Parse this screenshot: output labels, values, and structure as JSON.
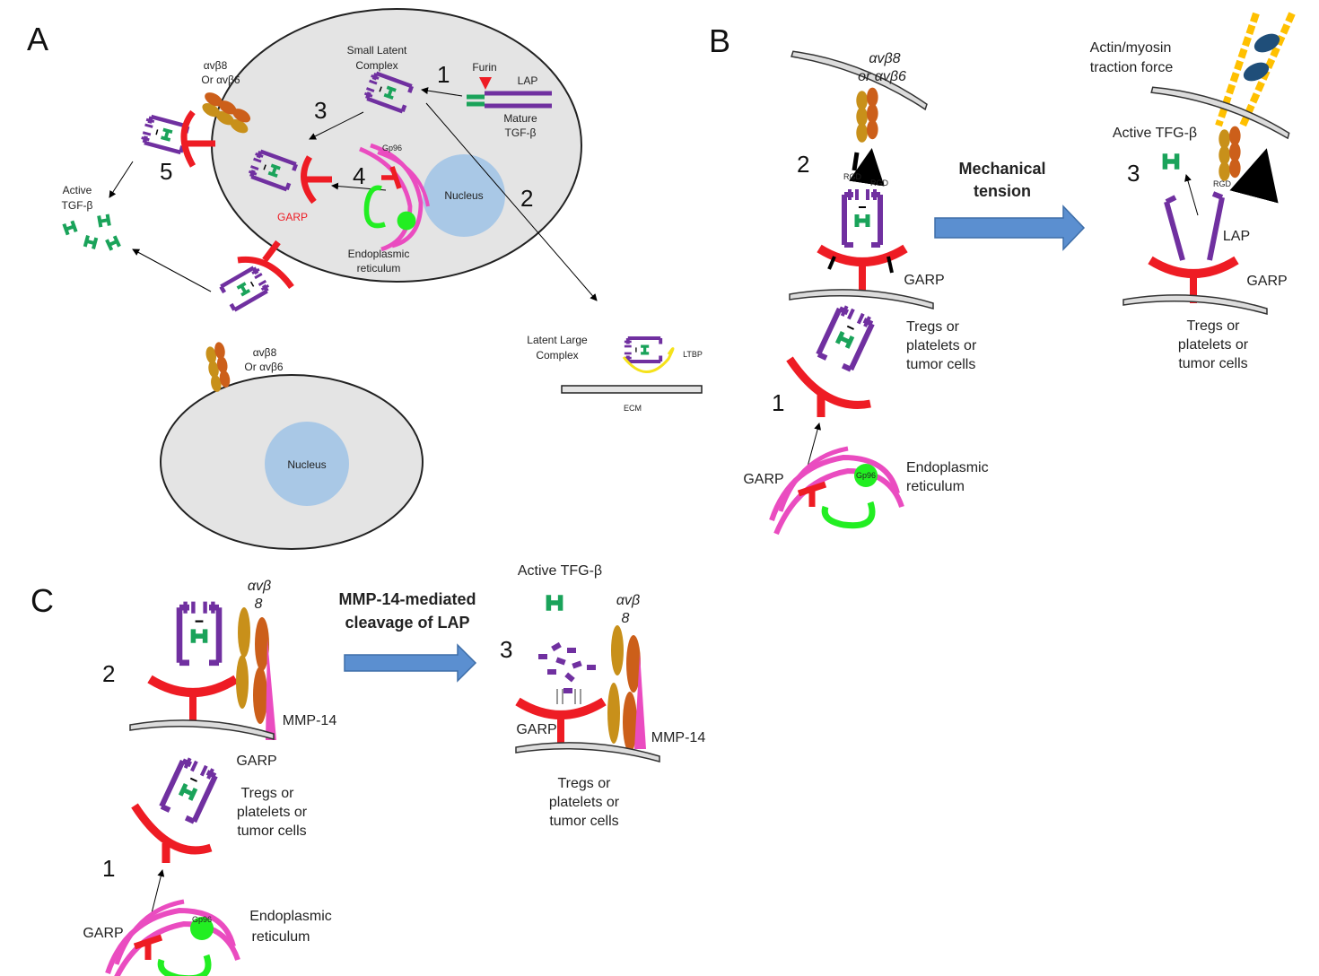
{
  "panels": {
    "a": "A",
    "b": "B",
    "c": "C"
  },
  "panel_a": {
    "small_latent_complex": [
      "Small Latent",
      "Complex"
    ],
    "furin": "Furin",
    "lap": "LAP",
    "mature_tgfb": [
      "Mature",
      "TGF-β"
    ],
    "integrin_top": [
      "αvβ8",
      "Or αvβ6"
    ],
    "integrin_bottom": [
      "αvβ8",
      "Or αvβ6"
    ],
    "active_tgfb": [
      "Active",
      "TGF-β"
    ],
    "garp": "GARP",
    "gp96": "Gp96",
    "nucleus": "Nucleus",
    "er": [
      "Endoplasmic",
      "reticulum"
    ],
    "latent_large_complex": [
      "Latent Large",
      "Complex"
    ],
    "ltbp": "LTBP",
    "ecm": "ECM",
    "steps": [
      "1",
      "2",
      "3",
      "4",
      "5"
    ]
  },
  "panel_b": {
    "integrin": [
      "αvβ8",
      "or αvβ6"
    ],
    "rgd": "RGD",
    "garp": "GARP",
    "cells": [
      "Tregs or",
      "platelets or",
      "tumor cells"
    ],
    "er": [
      "Endoplasmic",
      "reticulum"
    ],
    "gp96": "Gp96",
    "mechanical": [
      "Mechanical",
      "tension"
    ],
    "actin": [
      "Actin/myosin",
      "traction force"
    ],
    "active_tgfb": "Active TFG-β",
    "lap": "LAP",
    "steps": [
      "1",
      "2",
      "3"
    ]
  },
  "panel_c": {
    "integrin": [
      "αvβ",
      "8"
    ],
    "mmp14": "MMP-14",
    "garp": "GARP",
    "cells": [
      "Tregs or",
      "platelets or",
      "tumor cells"
    ],
    "er": [
      "Endoplasmic",
      "reticulum"
    ],
    "gp96": "Gp96",
    "cleavage": [
      "MMP-14-mediated",
      "cleavage of LAP"
    ],
    "active_tgfb": "Active TFG-β",
    "steps": [
      "1",
      "2",
      "3"
    ]
  },
  "colors": {
    "cell": "#e4e4e4",
    "nucleus": "#a9c8e6",
    "garp": "#ee1c24",
    "lap": "#7030a0",
    "tgfb": "#1aa35a",
    "er": "#ea4cc0",
    "gp96": "#22ee22",
    "integrin_a": "#c8901a",
    "integrin_b": "#cc5f1a",
    "arrow_fill": "#5b8fd0",
    "ltbp": "#f5e21b",
    "actin": "#ffc000",
    "myosin": "#1f4e79"
  }
}
